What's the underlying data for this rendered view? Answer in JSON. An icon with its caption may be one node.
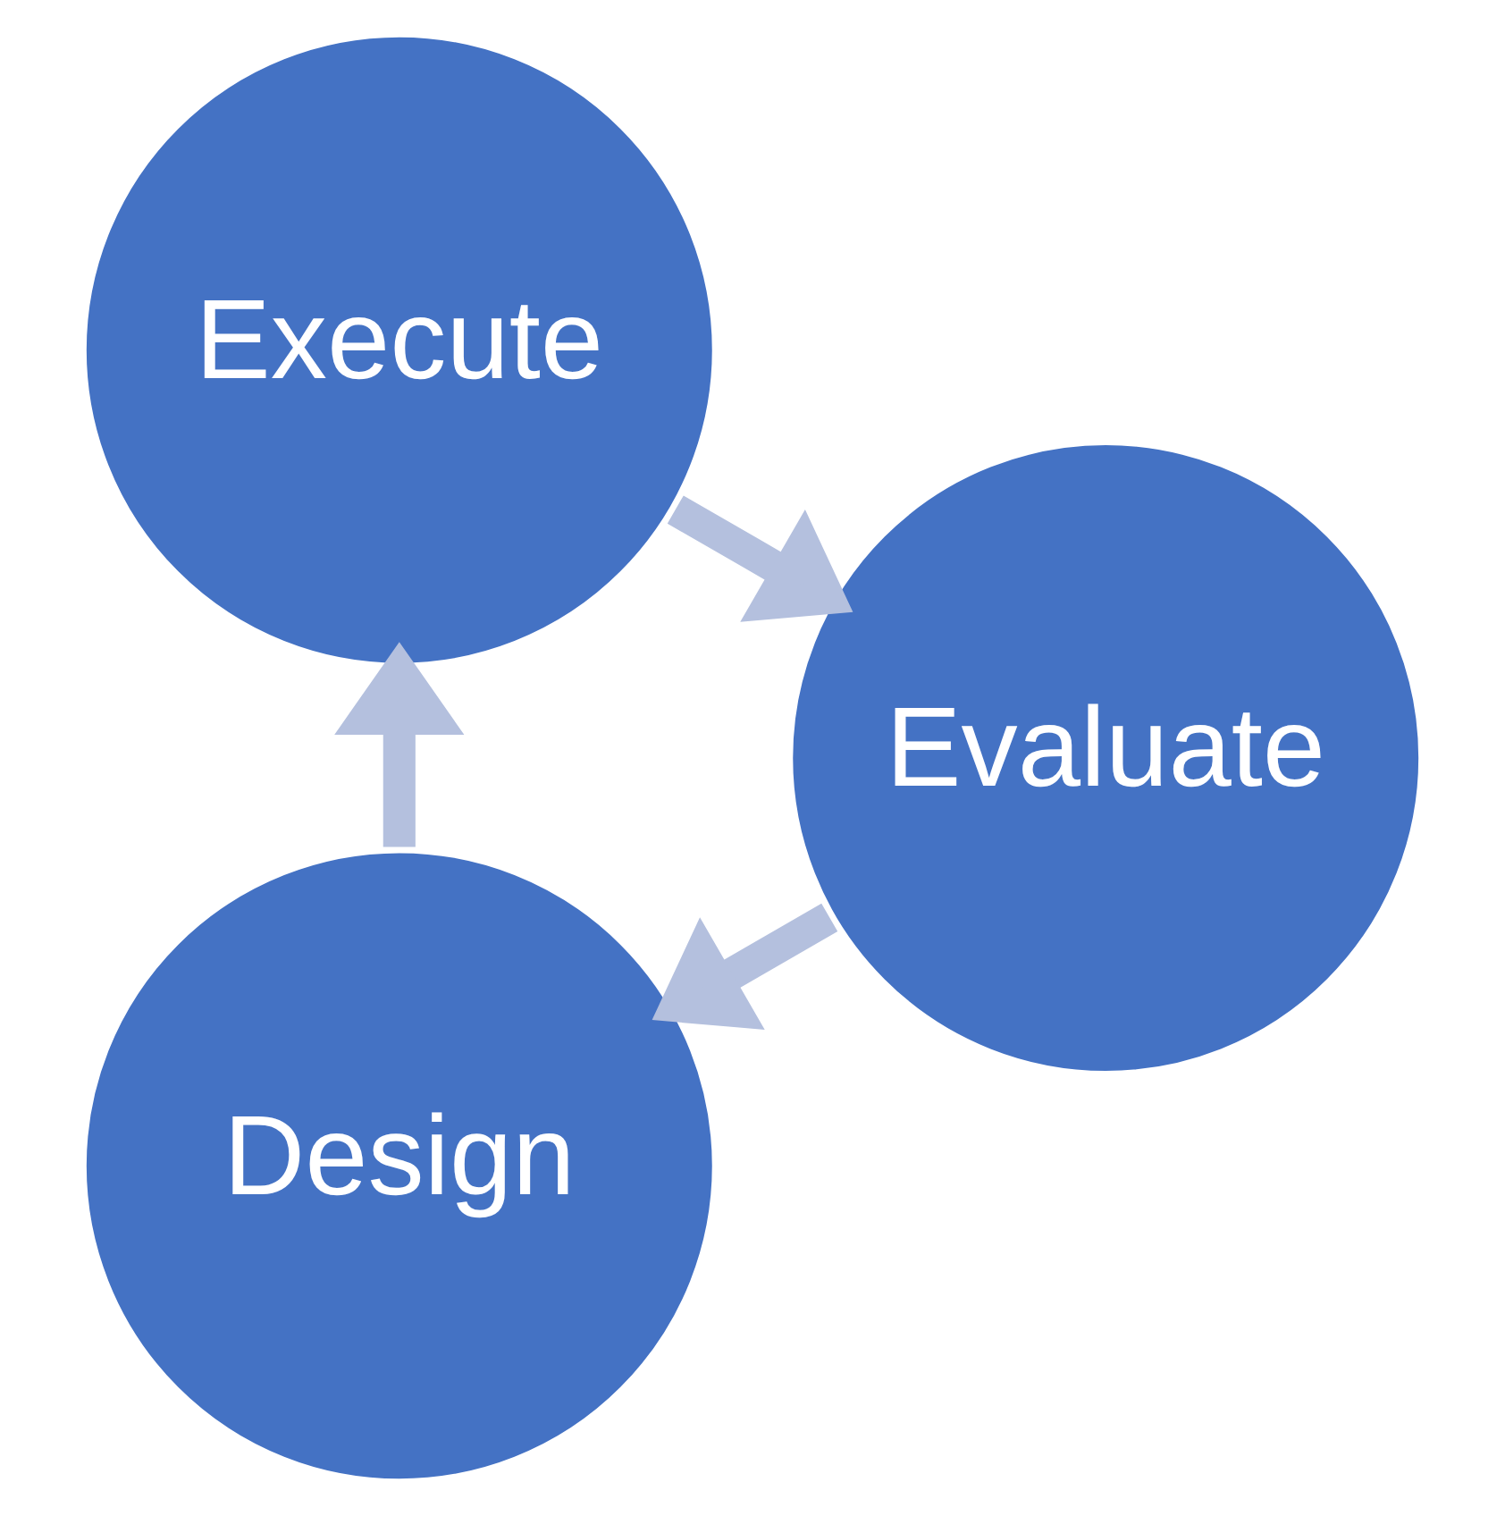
{
  "diagram": {
    "nodes": [
      {
        "text": [
          "Design"
        ]
      },
      {
        "text": [
          "Execute"
        ]
      },
      {
        "text": [
          "Evaluate"
        ]
      }
    ],
    "edges": [
      {
        "from": 0,
        "to": 1,
        "arrow": "to"
      },
      {
        "from": 1,
        "to": 2,
        "arrow": "to"
      },
      {
        "from": 2,
        "to": 0,
        "arrow": "to"
      }
    ]
  }
}
